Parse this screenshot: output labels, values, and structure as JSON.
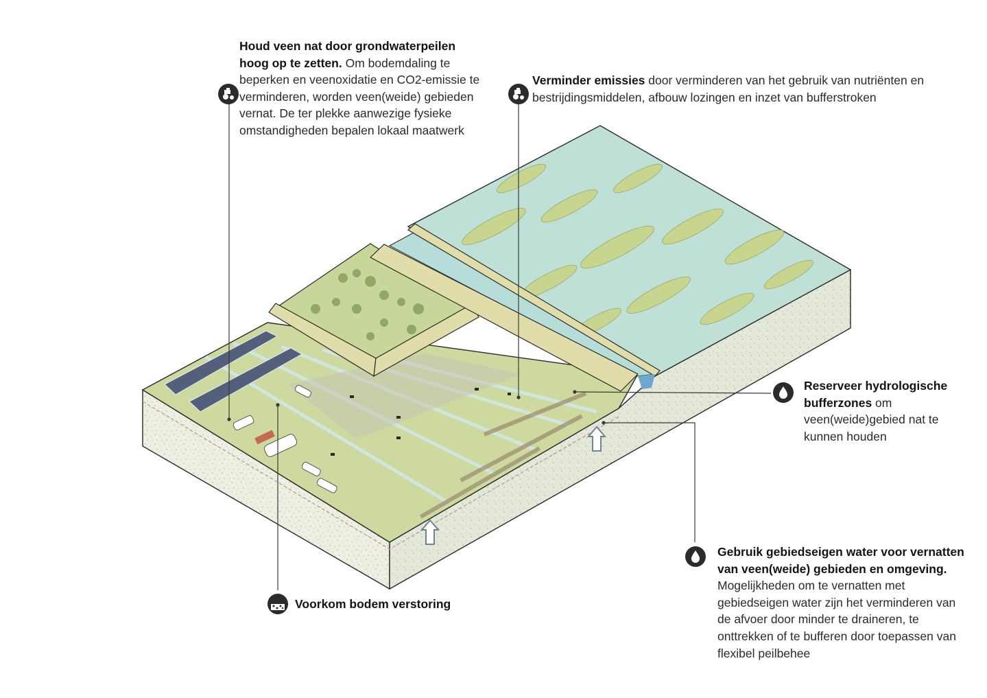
{
  "annotations": {
    "groundwater": {
      "title": "Houd veen nat door grondwaterpeilen hoog op te zetten.",
      "body": " Om bodemdaling te beperken en veenoxidatie en CO2-emissie te verminderen, worden veen(weide) gebieden vernat. De ter plekke aanwezige fysieke omstandigheden bepalen lokaal maatwerk"
    },
    "emissions": {
      "title": "Verminder emissies",
      "body": " door verminderen van het gebruik van nutriënten en bestrijdingsmiddelen, afbouw lozingen en inzet van bufferstroken"
    },
    "buffer": {
      "title": "Reserveer hydrologische bufferzones",
      "body": " om veen(weide)gebied nat te kunnen houden"
    },
    "local_water": {
      "title": "Gebruik gebiedseigen water voor vernatten van veen(weide) gebieden en omgeving.",
      "body": " Mogelijkheden om te vernatten met gebiedseigen water zijn het verminderen van de afvoer door minder te draineren, te onttrekken of te bufferen door toepassen van flexibel peilbehee"
    },
    "soil": {
      "title": "Voorkom bodem verstoring"
    }
  },
  "icons": {
    "groundwater": "tractor-icon",
    "emissions": "tractor-icon",
    "buffer": "water-drop-icon",
    "local_water": "water-drop-icon",
    "soil": "soil-icon"
  },
  "colors": {
    "meadow": "#c9d79a",
    "meadow_dark": "#9fb46b",
    "water": "#bfe0d6",
    "soil_side": "#e4eadb",
    "soil_front": "#eef1e4",
    "dike": "#e1ddaa",
    "icon": "#2b2b2b",
    "leader": "#3a3a3a"
  }
}
